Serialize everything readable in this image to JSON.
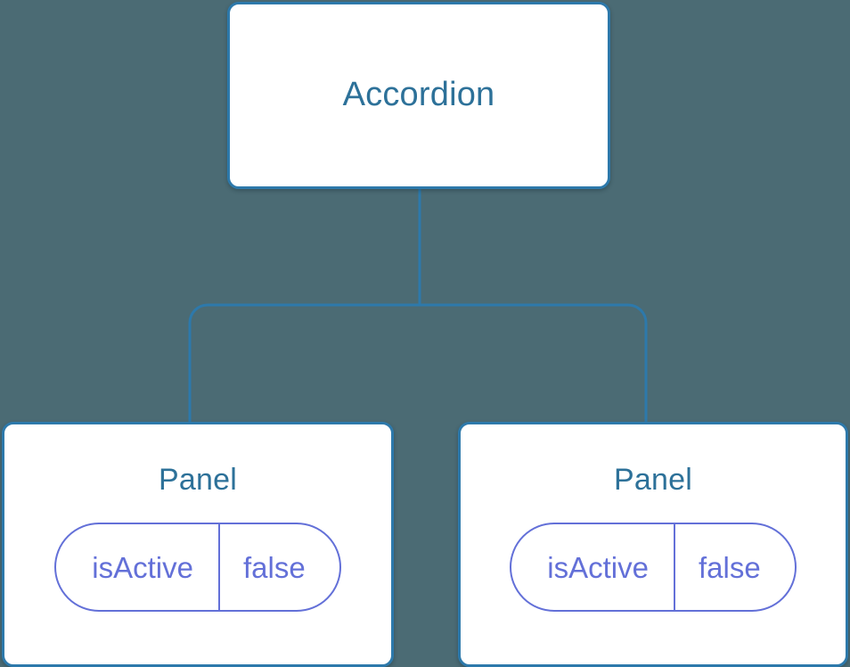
{
  "diagram": {
    "type": "component-tree",
    "background_color": "#4b6b74",
    "node_border_color": "#2d79ab",
    "node_text_color": "#2d7199",
    "pill_color": "#6370d8",
    "connector_color": "#2d79ab",
    "root": {
      "label": "Accordion"
    },
    "children": [
      {
        "label": "Panel",
        "state": {
          "key": "isActive",
          "value": "false"
        }
      },
      {
        "label": "Panel",
        "state": {
          "key": "isActive",
          "value": "false"
        }
      }
    ]
  }
}
